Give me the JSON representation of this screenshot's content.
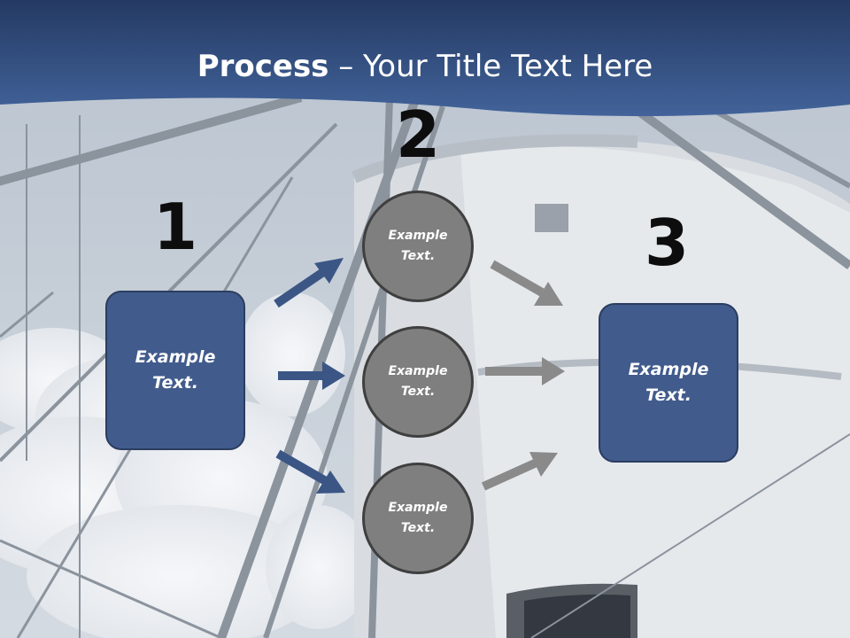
{
  "slide": {
    "title_bold": "Process",
    "title_rest": " – Your Title Text Here"
  },
  "steps": {
    "step1": {
      "number": "1",
      "label": "Example Text."
    },
    "step2": {
      "number": "2",
      "items": [
        {
          "label": "Example Text."
        },
        {
          "label": "Example Text."
        },
        {
          "label": "Example Text."
        }
      ]
    },
    "step3": {
      "number": "3",
      "label": "Example Text."
    }
  },
  "colors": {
    "header_blue": "#2c4573",
    "box_blue": "#415b8c",
    "circle_gray": "#7f7f7f",
    "arrow_blue": "#3b5685",
    "arrow_gray": "#8a8a8a"
  }
}
